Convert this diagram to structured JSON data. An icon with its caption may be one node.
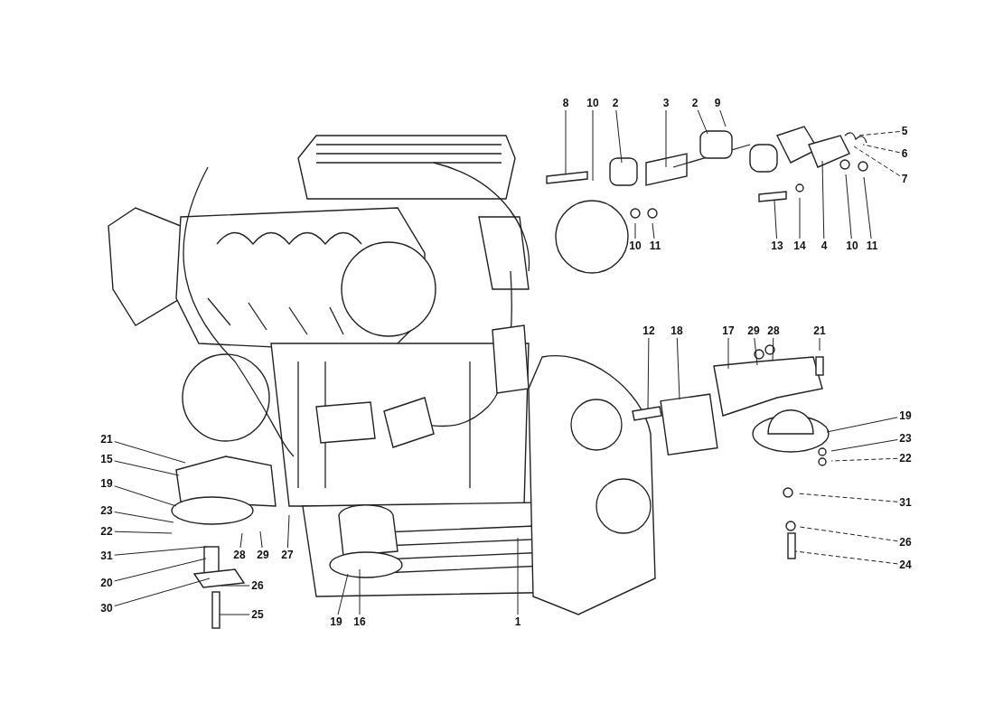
{
  "diagram": {
    "nodes": [
      {
        "text": [
          "8"
        ]
      },
      {
        "text": [
          "10"
        ]
      },
      {
        "text": [
          "2"
        ]
      },
      {
        "text": [
          "3"
        ]
      },
      {
        "text": [
          "2"
        ]
      },
      {
        "text": [
          "9"
        ]
      },
      {
        "text": [
          "5"
        ]
      },
      {
        "text": [
          "6"
        ]
      },
      {
        "text": [
          "7"
        ]
      },
      {
        "text": [
          "10"
        ]
      },
      {
        "text": [
          "11"
        ]
      },
      {
        "text": [
          "13"
        ]
      },
      {
        "text": [
          "14"
        ]
      },
      {
        "text": [
          "4"
        ]
      },
      {
        "text": [
          "10"
        ]
      },
      {
        "text": [
          "11"
        ]
      },
      {
        "text": [
          "12"
        ]
      },
      {
        "text": [
          "18"
        ]
      },
      {
        "text": [
          "17"
        ]
      },
      {
        "text": [
          "29"
        ]
      },
      {
        "text": [
          "28"
        ]
      },
      {
        "text": [
          "21"
        ]
      },
      {
        "text": [
          "19"
        ]
      },
      {
        "text": [
          "23"
        ]
      },
      {
        "text": [
          "22"
        ]
      },
      {
        "text": [
          "31"
        ]
      },
      {
        "text": [
          "26"
        ]
      },
      {
        "text": [
          "24"
        ]
      },
      {
        "text": [
          "21"
        ]
      },
      {
        "text": [
          "15"
        ]
      },
      {
        "text": [
          "19"
        ]
      },
      {
        "text": [
          "23"
        ]
      },
      {
        "text": [
          "22"
        ]
      },
      {
        "text": [
          "31"
        ]
      },
      {
        "text": [
          "20"
        ]
      },
      {
        "text": [
          "30"
        ]
      },
      {
        "text": [
          "26"
        ]
      },
      {
        "text": [
          "25"
        ]
      },
      {
        "text": [
          "28"
        ]
      },
      {
        "text": [
          "29"
        ]
      },
      {
        "text": [
          "27"
        ]
      },
      {
        "text": [
          "19"
        ]
      },
      {
        "text": [
          "16"
        ]
      },
      {
        "text": [
          "1"
        ]
      }
    ],
    "edges": [
      {
        "from": 0,
        "to": null,
        "arrow": "none"
      },
      {
        "from": 1,
        "to": null,
        "arrow": "none"
      },
      {
        "from": 2,
        "to": null,
        "arrow": "none"
      },
      {
        "from": 3,
        "to": null,
        "arrow": "none"
      },
      {
        "from": 4,
        "to": null,
        "arrow": "none"
      },
      {
        "from": 5,
        "to": null,
        "arrow": "none"
      },
      {
        "from": 6,
        "to": null,
        "arrow": "none",
        "style": "dashed"
      },
      {
        "from": 7,
        "to": null,
        "arrow": "none",
        "style": "dashed"
      },
      {
        "from": 8,
        "to": null,
        "arrow": "none",
        "style": "dashed"
      },
      {
        "from": 9,
        "to": null,
        "arrow": "none"
      },
      {
        "from": 10,
        "to": null,
        "arrow": "none"
      },
      {
        "from": 11,
        "to": null,
        "arrow": "none"
      },
      {
        "from": 12,
        "to": null,
        "arrow": "none"
      },
      {
        "from": 13,
        "to": null,
        "arrow": "none"
      },
      {
        "from": 14,
        "to": null,
        "arrow": "none"
      },
      {
        "from": 15,
        "to": null,
        "arrow": "none"
      },
      {
        "from": 16,
        "to": null,
        "arrow": "none"
      },
      {
        "from": 17,
        "to": null,
        "arrow": "none"
      },
      {
        "from": 18,
        "to": null,
        "arrow": "none"
      },
      {
        "from": 19,
        "to": null,
        "arrow": "none"
      },
      {
        "from": 20,
        "to": null,
        "arrow": "none"
      },
      {
        "from": 21,
        "to": null,
        "arrow": "none"
      },
      {
        "from": 22,
        "to": null,
        "arrow": "none"
      },
      {
        "from": 23,
        "to": null,
        "arrow": "none"
      },
      {
        "from": 24,
        "to": null,
        "arrow": "none",
        "style": "dashed"
      },
      {
        "from": 25,
        "to": null,
        "arrow": "none",
        "style": "dashed"
      },
      {
        "from": 26,
        "to": null,
        "arrow": "none",
        "style": "dashed"
      },
      {
        "from": 27,
        "to": null,
        "arrow": "none",
        "style": "dashed"
      },
      {
        "from": 28,
        "to": null,
        "arrow": "none"
      },
      {
        "from": 29,
        "to": null,
        "arrow": "none"
      },
      {
        "from": 30,
        "to": null,
        "arrow": "none"
      },
      {
        "from": 31,
        "to": null,
        "arrow": "none"
      },
      {
        "from": 32,
        "to": null,
        "arrow": "none"
      },
      {
        "from": 33,
        "to": null,
        "arrow": "none"
      },
      {
        "from": 34,
        "to": null,
        "arrow": "none"
      },
      {
        "from": 35,
        "to": null,
        "arrow": "none"
      },
      {
        "from": 36,
        "to": null,
        "arrow": "none"
      },
      {
        "from": 37,
        "to": null,
        "arrow": "none"
      },
      {
        "from": 38,
        "to": null,
        "arrow": "none"
      },
      {
        "from": 39,
        "to": null,
        "arrow": "none"
      },
      {
        "from": 40,
        "to": null,
        "arrow": "none"
      },
      {
        "from": 41,
        "to": null,
        "arrow": "none"
      },
      {
        "from": 42,
        "to": null,
        "arrow": "none"
      },
      {
        "from": 43,
        "to": null,
        "arrow": "none"
      }
    ]
  }
}
